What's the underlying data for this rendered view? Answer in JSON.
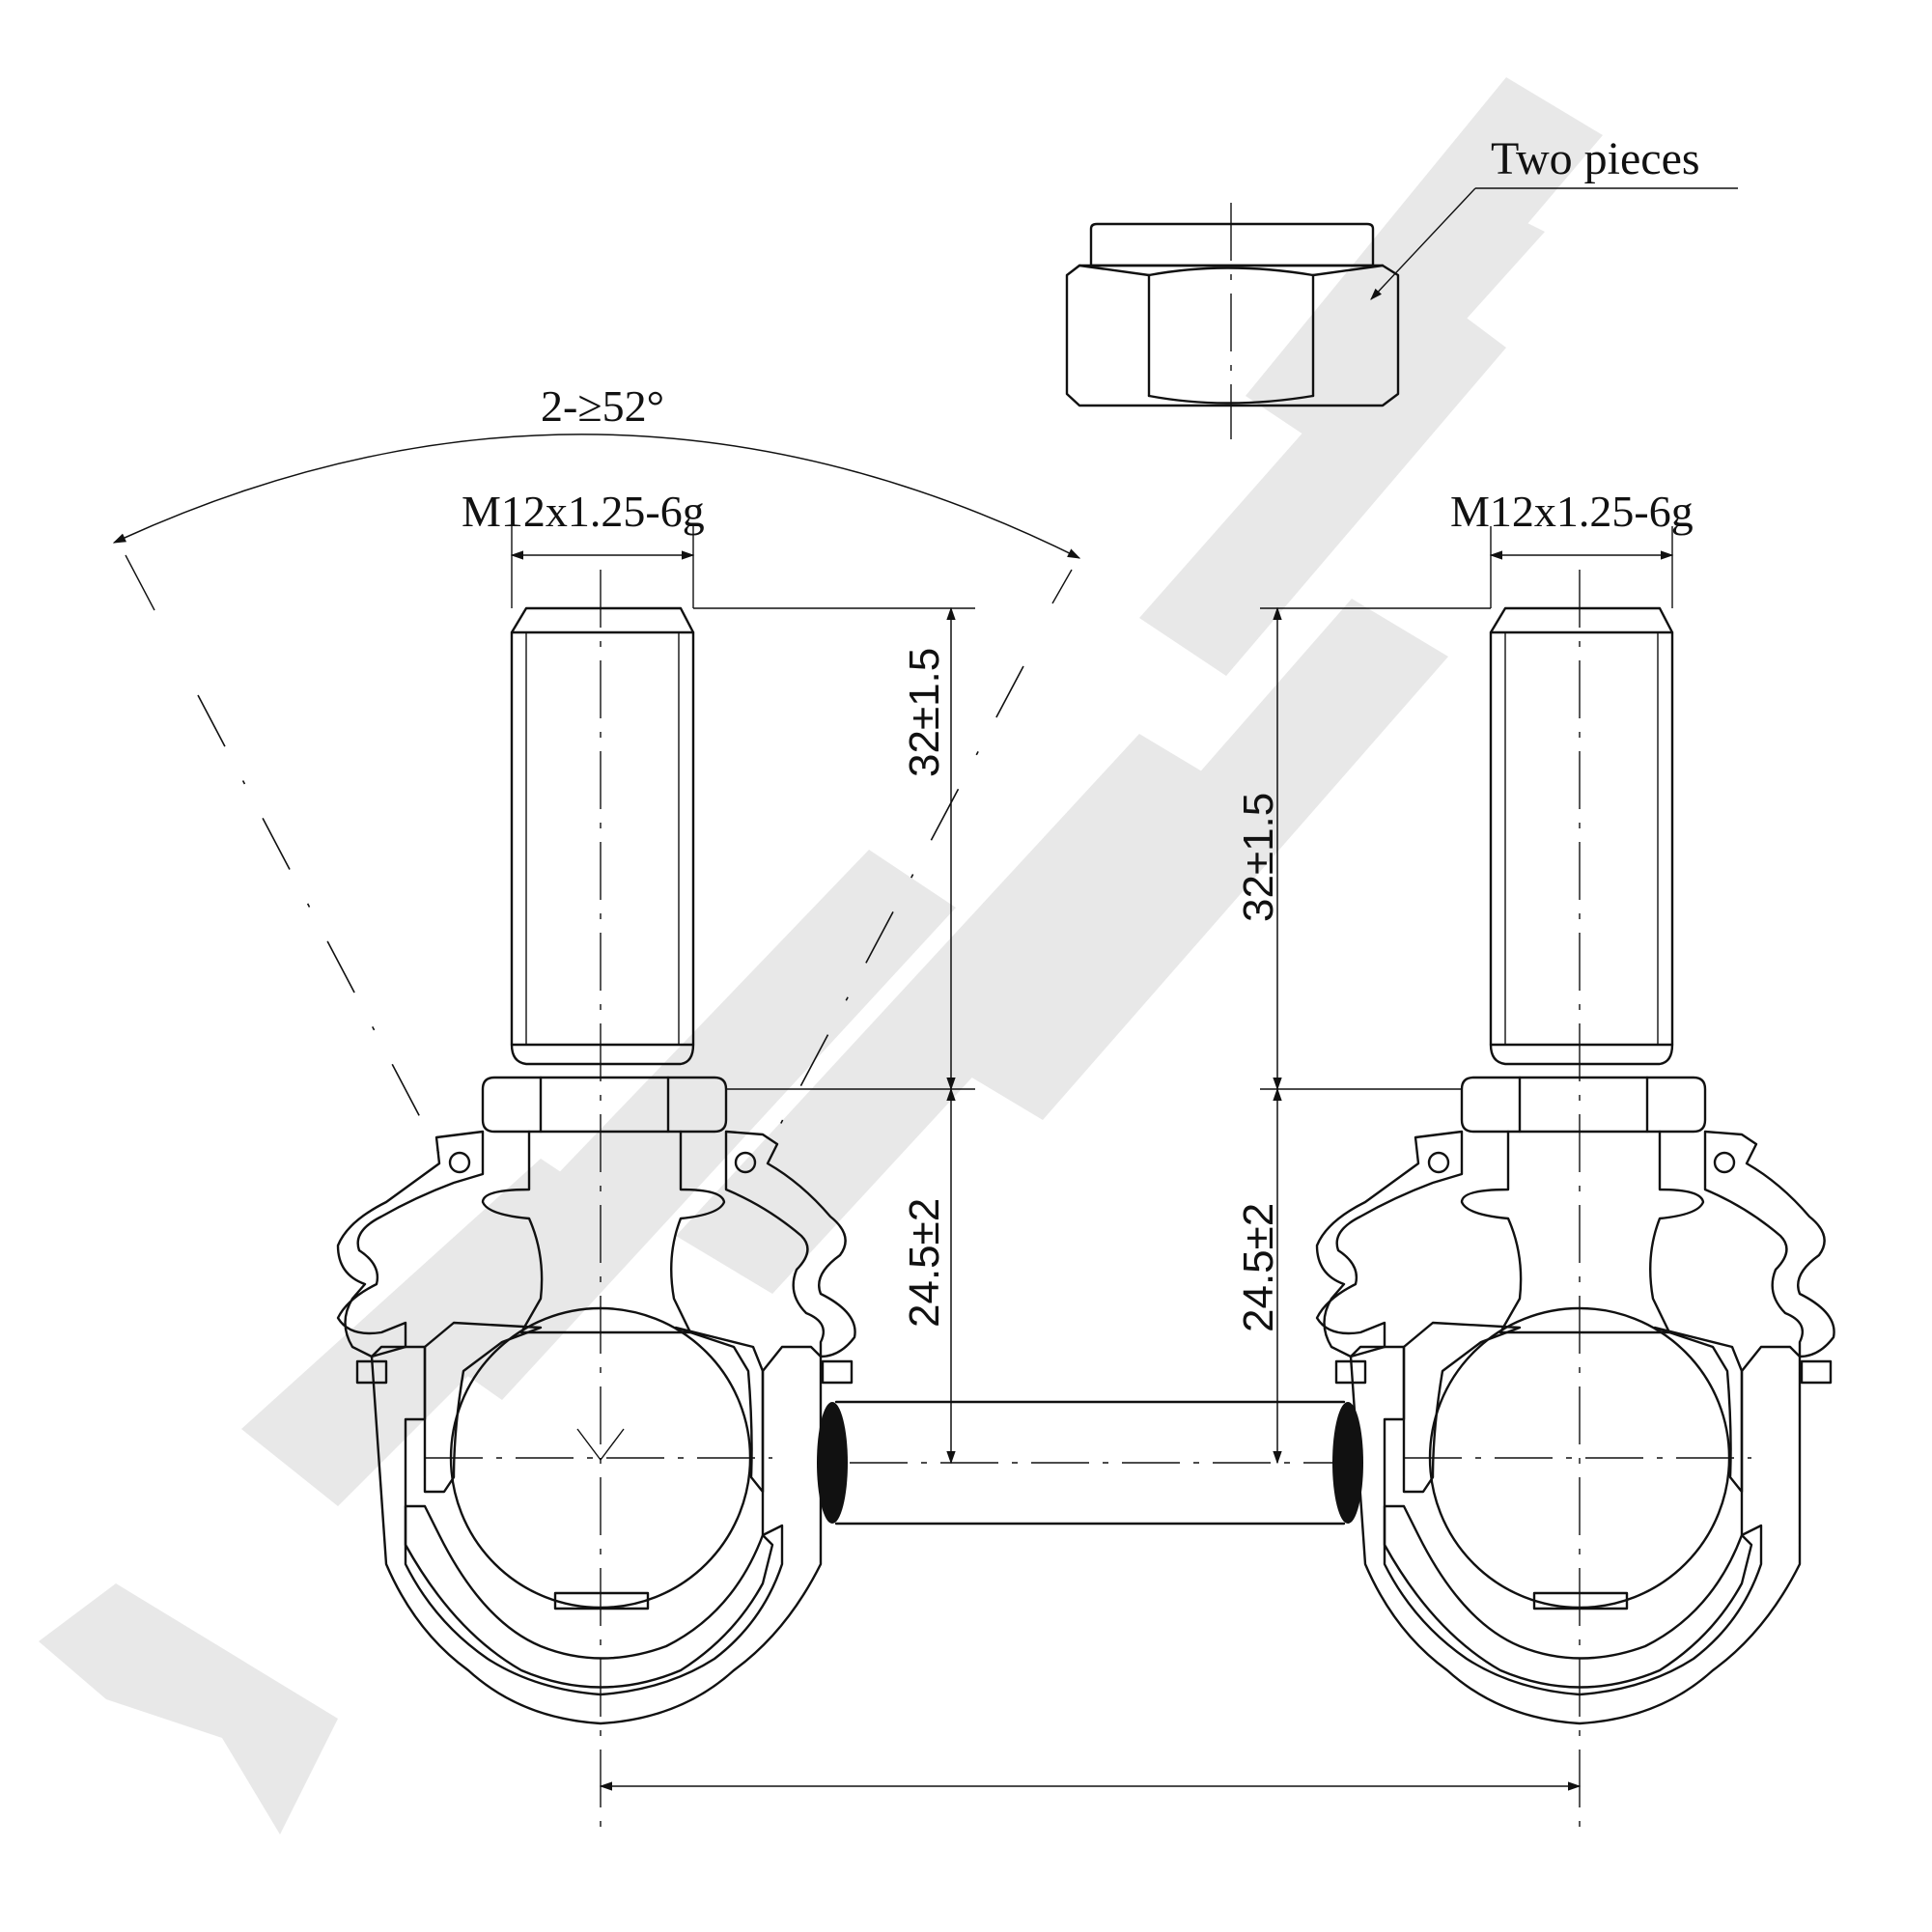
{
  "annotations": {
    "nut_note": "Two pieces",
    "swing_angle": "2-≥52°",
    "thread_left": "M12x1.25-6g",
    "thread_right": "M12x1.25-6g",
    "stud_length_left": "32±1.5",
    "stud_length_right": "32±1.5",
    "stud_height_left": "24.5±2",
    "stud_height_right": "24.5±2"
  },
  "colors": {
    "line": "#111111",
    "watermark": "#e8e8e8",
    "background": "#ffffff"
  }
}
